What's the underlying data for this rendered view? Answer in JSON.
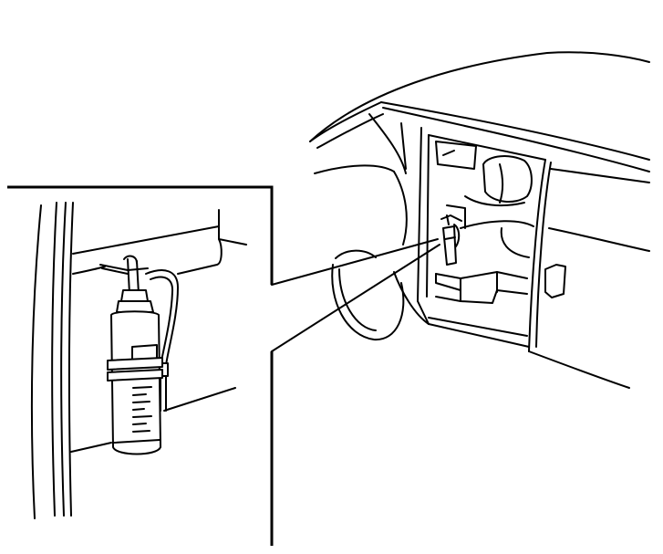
{
  "figure": {
    "line_color": "#000000",
    "background_color": "#ffffff",
    "parts": [
      "van-body",
      "rear-door-opening",
      "fire-extinguisher-small",
      "detail-inset",
      "fire-extinguisher-detail",
      "mounting-bracket"
    ]
  }
}
